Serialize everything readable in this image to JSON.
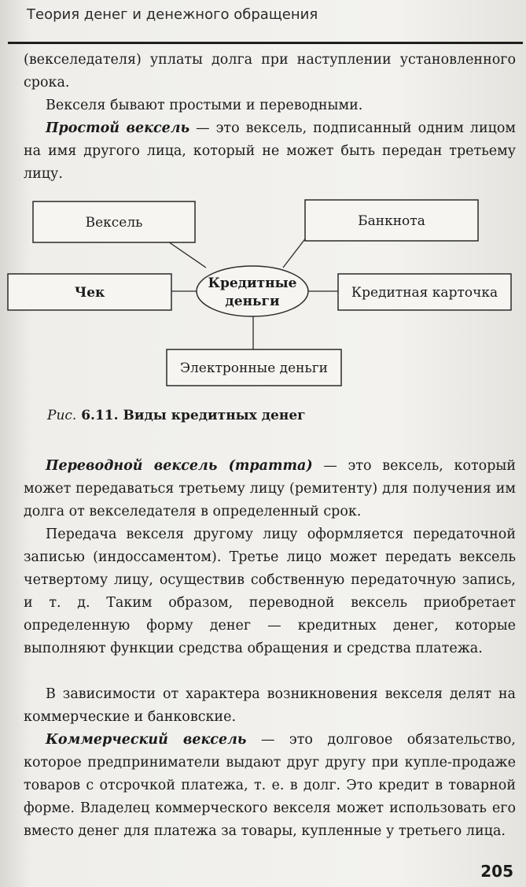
{
  "header": {
    "running_title": "Теория денег и денежного обращения"
  },
  "paragraphs": {
    "p1": "(векселедателя) уплаты долга при наступлении установленного срока.",
    "p2": "Векселя бывают простыми и переводными.",
    "p3_term": "Простой вексель",
    "p3_rest": " — это вексель, подписанный одним лицом на имя другого лица, который не может быть передан третьему лицу.",
    "p4_term": "Переводной вексель (тратта)",
    "p4_rest": " — это вексель, который может передаваться третьему лицу (ремитенту) для получения им долга от векселедателя в определенный срок.",
    "p5": "Передача векселя другому лицу оформляется передаточной записью (индоссаментом). Третье лицо может передать вексель четвертому лицу, осуществив собственную передаточную запись, и т. д. Таким образом, переводной вексель приобретает определенную форму денег — кредитных денег, которые выполняют функции средства обращения и средства платежа.",
    "p6": "В зависимости от характера возникновения векселя делят на коммерческие и банковские.",
    "p7_term": "Коммерческий вексель",
    "p7_rest": " — это долговое обязательство, которое предприниматели выдают друг другу при купле-продаже товаров с отсрочкой платежа, т. е. в долг. Это кредит в товарной форме. Владелец коммерческого векселя может использовать его вместо денег для платежа за товары, купленные у третьего лица."
  },
  "diagram": {
    "center_line1": "Кредитные",
    "center_line2": "деньги",
    "node_veksel": "Вексель",
    "node_banknota": "Банкнота",
    "node_chek": "Чек",
    "node_karta": "Кредитная карточка",
    "node_elektron": "Электронные деньги"
  },
  "caption": {
    "figure_label": "Рис.",
    "text": " 6.11. Виды кредитных денег"
  },
  "footer": {
    "page_number": "205"
  }
}
